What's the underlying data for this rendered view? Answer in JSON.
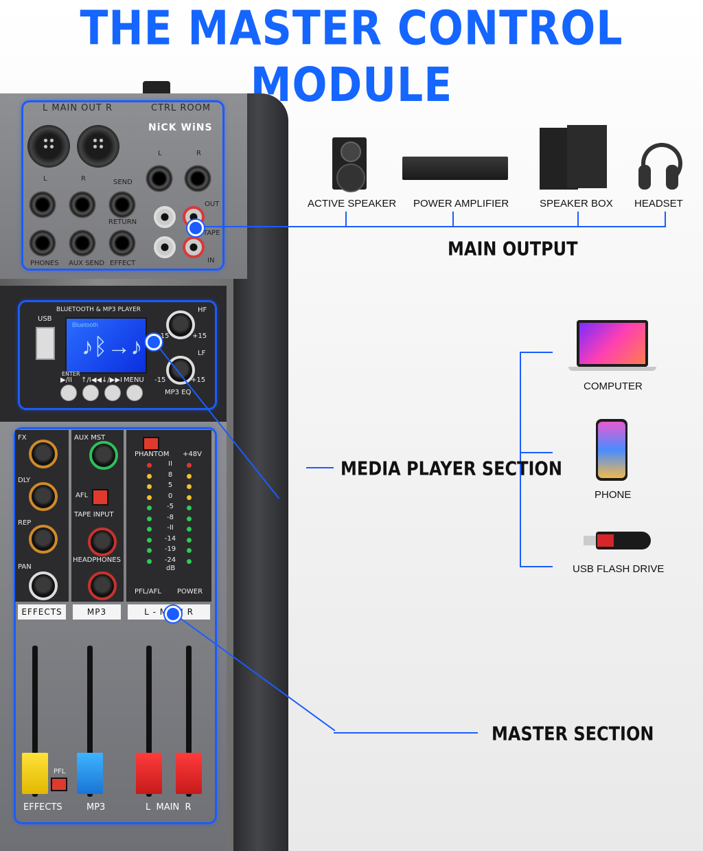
{
  "title": "THE MASTER CONTROL MODULE",
  "brand": "NiCK WiNS",
  "mixer": {
    "top_panel": {
      "main_out_label": "L  MAIN OUT  R",
      "ctrl_room_label": "CTRL ROOM",
      "l": "L",
      "r": "R",
      "send": "SEND",
      "return": "RETURN",
      "phones": "PHONES",
      "aux_send": "AUX SEND",
      "effect": "EFFECT",
      "out": "OUT",
      "tape": "TAPE",
      "in": "IN"
    },
    "media_panel": {
      "usb": "USB",
      "header": "BLUETOOTH & MP3 PLAYER",
      "screen_text": "Bluetooth",
      "hf": "HF",
      "lf": "LF",
      "minus15": "-15",
      "plus15": "+15",
      "mp3_eq": "MP3 EQ",
      "enter": "ENTER",
      "buttons": [
        "▶/II",
        "↑/I◀◀",
        "↓/▶▶I",
        "MENU"
      ]
    },
    "master_panel": {
      "fx": "FX",
      "dly": "DLY",
      "rep": "REP",
      "pan": "PAN",
      "aux_mst": "AUX MST",
      "afl": "AFL",
      "tape_input": "TAPE INPUT",
      "headphones": "HEADPHONES",
      "phantom": "PHANTOM",
      "plus48v": "+48V",
      "meter_scale": [
        "II",
        "8",
        "5",
        "0",
        "-5",
        "-8",
        "-II",
        "-14",
        "-19",
        "-24"
      ],
      "db": "dB",
      "pfl_afl": "PFL/AFL",
      "power": "POWER",
      "effects_box": "EFFECTS",
      "mp3_box": "MP3",
      "lmr_box": "L - MAIN R",
      "pfl": "PFL",
      "fader_labels": [
        "EFFECTS",
        "MP3",
        "L  MAIN  R"
      ]
    }
  },
  "main_output": {
    "title": "MAIN OUTPUT",
    "devices": [
      "ACTIVE SPEAKER",
      "POWER AMPLIFIER",
      "SPEAKER BOX",
      "HEADSET"
    ]
  },
  "media_player": {
    "title": "MEDIA PLAYER SECTION",
    "devices": [
      "COMPUTER",
      "PHONE",
      "USB FLASH DRIVE"
    ]
  },
  "master_section": {
    "title": "MASTER SECTION"
  },
  "colors": {
    "title_blue": "#1565ff",
    "highlight_blue": "#1a5cff"
  }
}
